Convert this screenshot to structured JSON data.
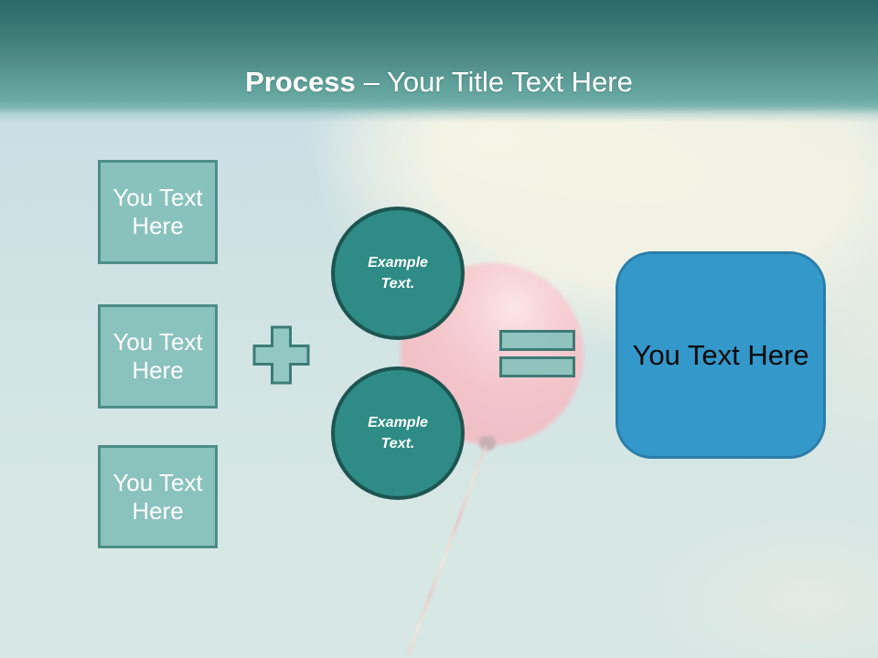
{
  "title": {
    "bold": "Process",
    "rest": "– Your Title Text Here"
  },
  "left_boxes": [
    {
      "label": "You Text Here"
    },
    {
      "label": "You Text Here"
    },
    {
      "label": "You Text Here"
    }
  ],
  "circles": [
    {
      "label": "Example Text."
    },
    {
      "label": "Example Text."
    }
  ],
  "result_box": {
    "label": "You Text Here"
  },
  "icons": {
    "plus": "plus-icon",
    "equals": "equals-icon"
  },
  "colors": {
    "header_top": "#2c6a68",
    "header_bottom": "#68a8a3",
    "title_text": "#ffffff",
    "box_fill": "#7fbdb7",
    "box_border": "#4d8d88",
    "circle_fill": "#2e8b85",
    "circle_border": "#1d5551",
    "operator_fill": "#8cc4be",
    "operator_border": "#3d7b77",
    "result_fill": "#3498cb",
    "result_border": "#2b7ea9",
    "result_text": "#0a0a0a",
    "balloon_pink": "#f3c6cb",
    "sky_blue": "#cce0e4",
    "cloud_cream": "#f6f4e4"
  }
}
